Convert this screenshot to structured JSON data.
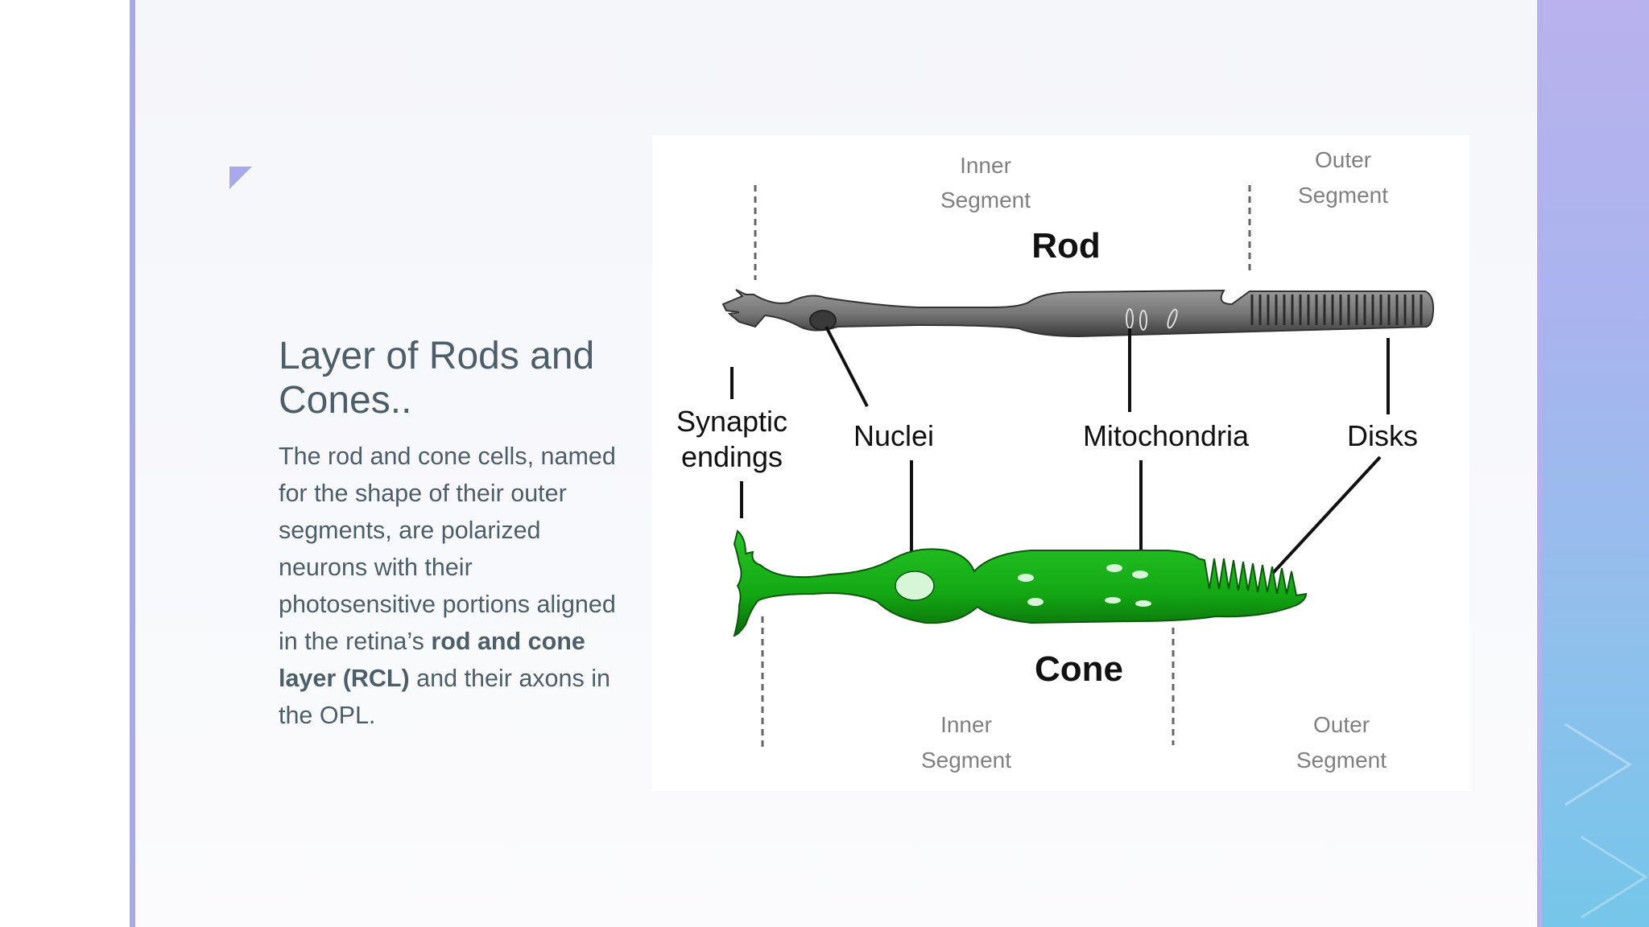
{
  "slide": {
    "title": "Layer of Rods and Cones..",
    "body": {
      "part1": "The rod and cone cells, named for the shape of their outer segments, are polarized neurons with their photosensitive portions aligned in the retina’s ",
      "bold": "rod and cone layer (RCL)",
      "part2": " and their axons in the OPL."
    }
  },
  "diagram": {
    "rod_label": "Rod",
    "cone_label": "Cone",
    "rod_inner_segment": [
      "Inner",
      "Segment"
    ],
    "rod_outer_segment": [
      "Outer",
      "Segment"
    ],
    "cone_inner_segment": [
      "Inner",
      "Segment"
    ],
    "cone_outer_segment": [
      "Outer",
      "Segment"
    ],
    "synaptic_endings": [
      "Synaptic",
      "endings"
    ],
    "nuclei": "Nuclei",
    "mitochondria": "Mitochondria",
    "disks": "Disks"
  },
  "colors": {
    "title_text": "#4d5e6b",
    "accent_border": "#a8a8ec",
    "rod_fill": "#7a7a7a",
    "cone_fill": "#1db51d"
  }
}
